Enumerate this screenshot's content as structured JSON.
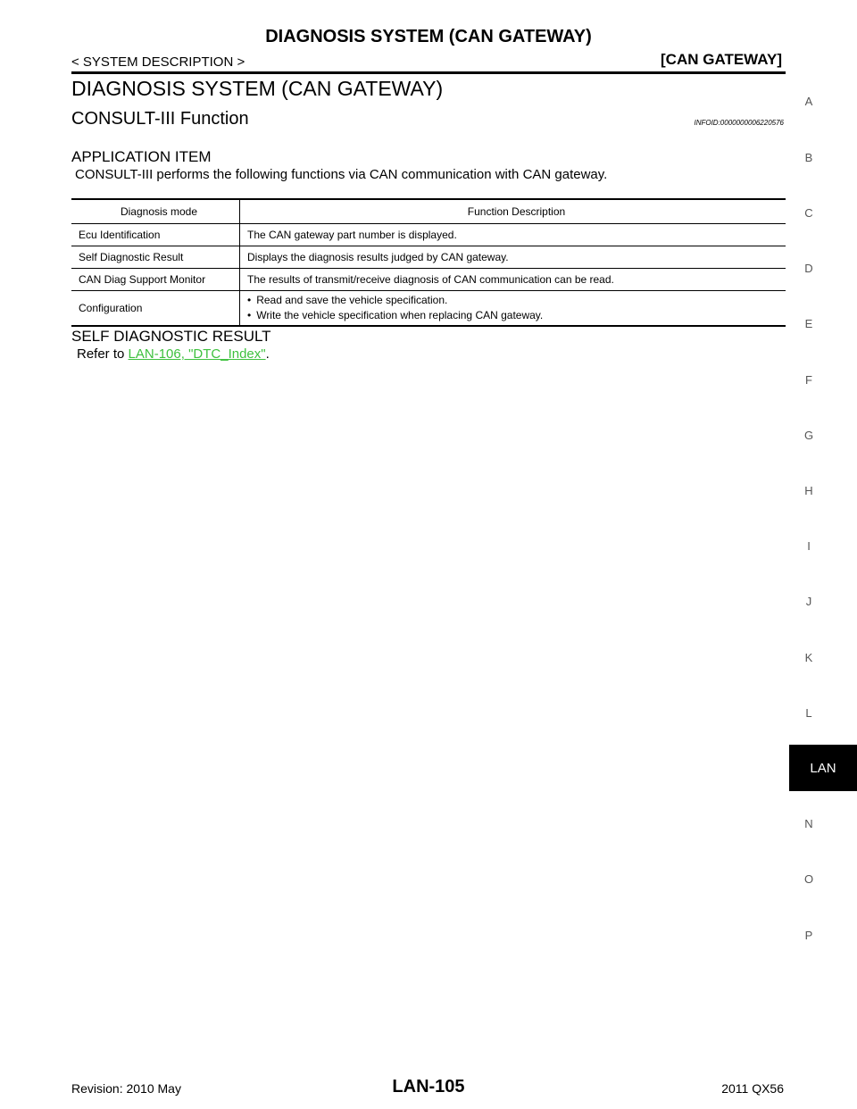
{
  "header": {
    "title": "DIAGNOSIS SYSTEM (CAN GATEWAY)",
    "left": "< SYSTEM DESCRIPTION >",
    "right": "[CAN GATEWAY]"
  },
  "section": {
    "h1": "DIAGNOSIS SYSTEM (CAN GATEWAY)",
    "h2": "CONSULT-III Function",
    "infoid": "INFOID:0000000006220576",
    "application_heading": "APPLICATION ITEM",
    "application_text": "CONSULT-III performs the following functions via CAN communication with CAN gateway."
  },
  "table": {
    "headers": [
      "Diagnosis mode",
      "Function Description"
    ],
    "rows": [
      {
        "mode": "Ecu Identification",
        "desc": "The CAN gateway part number is displayed."
      },
      {
        "mode": "Self Diagnostic Result",
        "desc": "Displays the diagnosis results judged by CAN gateway."
      },
      {
        "mode": "CAN Diag Support Monitor",
        "desc": "The results of transmit/receive diagnosis of CAN communication can be read."
      },
      {
        "mode": "Configuration",
        "bullets": [
          "Read and save the vehicle specification.",
          "Write the vehicle specification when replacing CAN gateway."
        ]
      }
    ]
  },
  "self_diag": {
    "heading": "SELF DIAGNOSTIC RESULT",
    "refer_prefix": "Refer to ",
    "link": "LAN-106, \"DTC_Index\"",
    "suffix": "."
  },
  "side_index": [
    "A",
    "B",
    "C",
    "D",
    "E",
    "F",
    "G",
    "H",
    "I",
    "J",
    "K",
    "L",
    "LAN",
    "N",
    "O",
    "P"
  ],
  "side_active": "LAN",
  "footer": {
    "left": "Revision: 2010 May",
    "center": "LAN-105",
    "right": "2011 QX56"
  }
}
